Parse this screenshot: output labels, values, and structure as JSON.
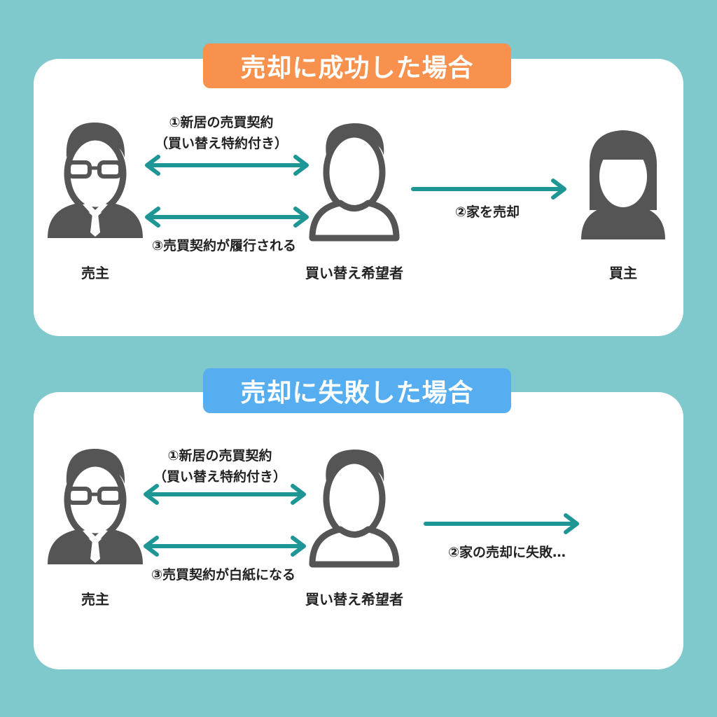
{
  "colors": {
    "background": "#7fc8cb",
    "panel": "#ffffff",
    "success_header": "#f7914d",
    "fail_header": "#56aef0",
    "arrow": "#1e9695",
    "person": "#555555"
  },
  "success": {
    "title": "売却に成功した場合",
    "label_contract_line1": "①新居の売買契約",
    "label_contract_line2": "（買い替え特約付き）",
    "label_execute": "③売買契約が履行される",
    "label_sale": "②家を売却",
    "seller": "売主",
    "replacer": "買い替え希望者",
    "buyer": "買主"
  },
  "fail": {
    "title": "売却に失敗した場合",
    "label_contract_line1": "①新居の売買契約",
    "label_contract_line2": "（買い替え特約付き）",
    "label_void": "③売買契約が白紙になる",
    "label_sale_fail": "②家の売却に失敗…",
    "seller": "売主",
    "replacer": "買い替え希望者"
  }
}
